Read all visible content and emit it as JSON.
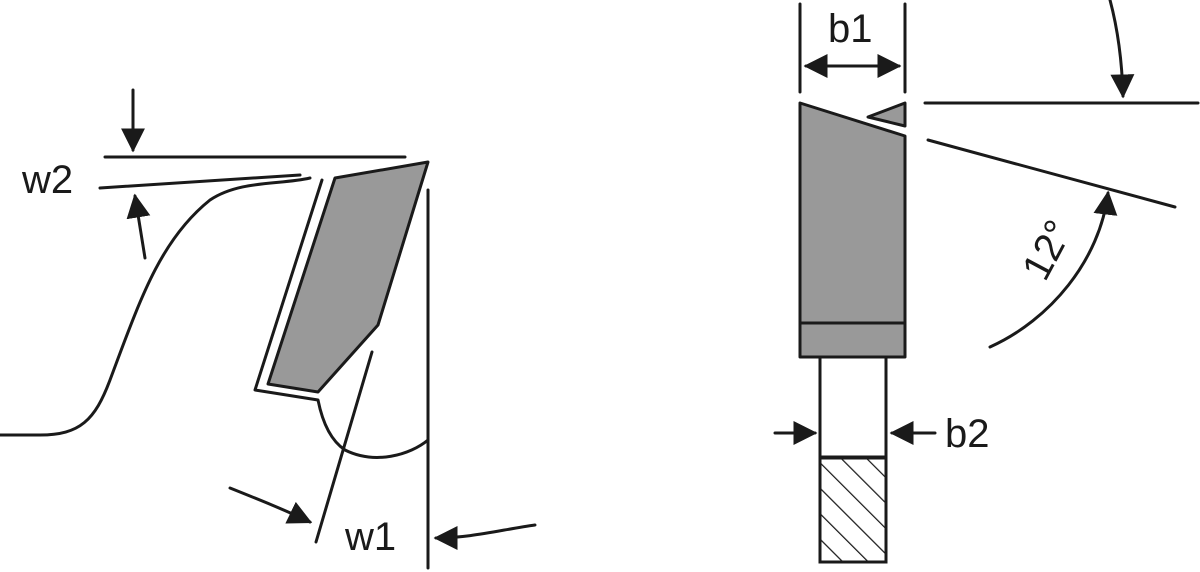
{
  "labels": {
    "w2": "w2",
    "w1": "w1",
    "b1": "b1",
    "b2": "b2",
    "angle": "12°"
  },
  "colors": {
    "line": "#1a1a1a",
    "tooth_fill": "#999999",
    "background": "#ffffff"
  }
}
